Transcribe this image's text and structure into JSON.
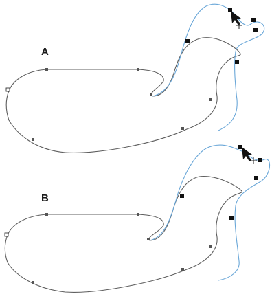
{
  "panels": [
    {
      "id": "A",
      "label": "A"
    },
    {
      "id": "B",
      "label": "B"
    }
  ],
  "colors": {
    "original_path": "#5e5e5e",
    "modified_path": "#6aa7d8",
    "anchor": "#111111"
  },
  "icons": {
    "cursor": "arrow-cursor-icon",
    "crosshair": "crosshair-icon"
  }
}
